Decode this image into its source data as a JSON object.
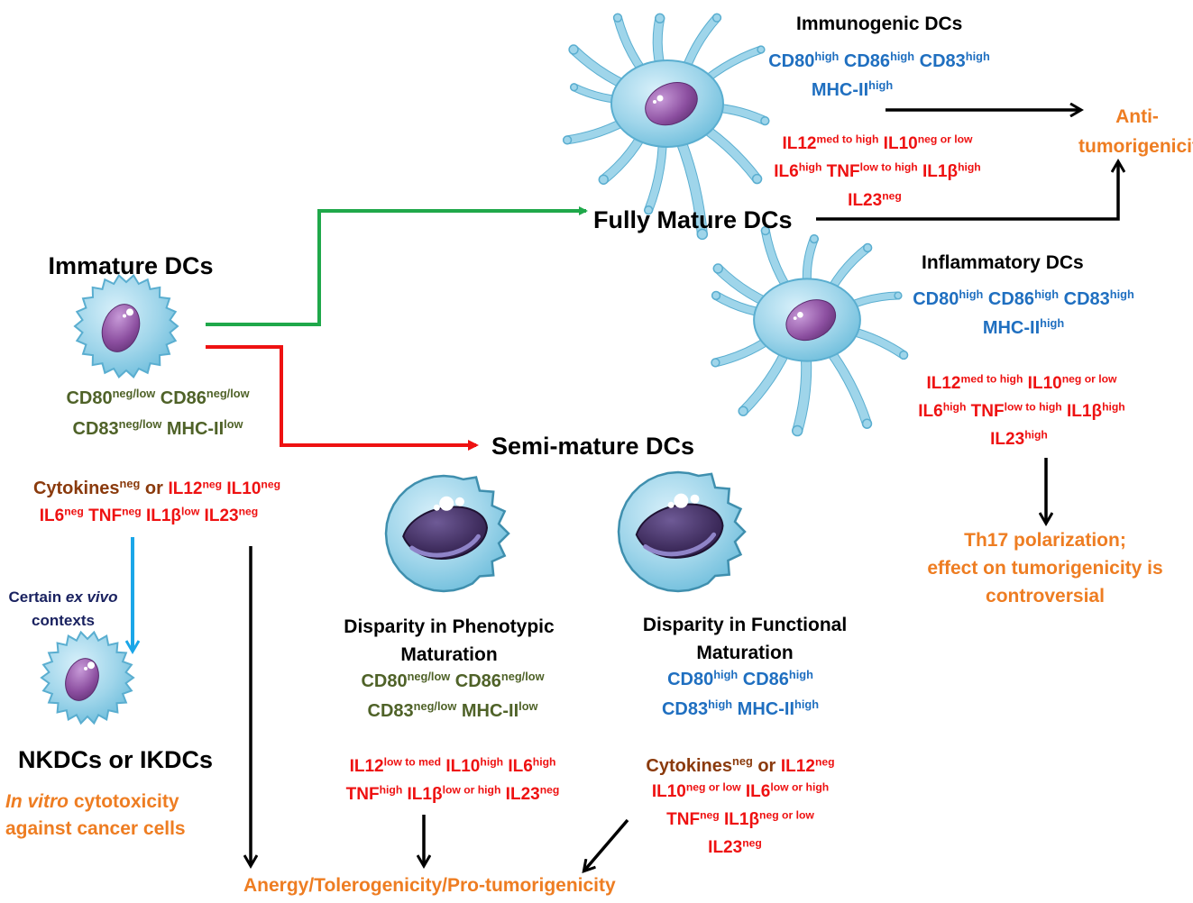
{
  "immature": {
    "title": "Immature DCs",
    "markers": [
      [
        {
          "b": "CD80",
          "s": "neg/low"
        },
        {
          "b": " CD86",
          "s": "neg/low"
        }
      ],
      [
        {
          "b": "CD83",
          "s": "neg/low"
        },
        {
          "b": " MHC-II",
          "s": "low"
        }
      ]
    ],
    "cytokines": [
      [
        {
          "b": "Cytokines",
          "s": "neg",
          "cls": "brown"
        },
        {
          "b": " or ",
          "cls": "brown"
        },
        {
          "b": "IL12",
          "s": "neg"
        },
        {
          "b": " IL10",
          "s": "neg"
        }
      ],
      [
        {
          "b": "IL6",
          "s": "neg"
        },
        {
          "b": " TNF",
          "s": "neg"
        },
        {
          "b": " IL1β",
          "s": "low"
        },
        {
          "b": " IL23",
          "s": "neg"
        }
      ]
    ],
    "context_lines": [
      "Certain ",
      "ex vivo",
      "contexts"
    ]
  },
  "nk": {
    "title": "NKDCs or IKDCs",
    "desc_italic": "In vitro",
    "desc_rest": " cytotoxicity",
    "desc_line2": "against cancer cells"
  },
  "fully_mature": {
    "title": "Fully Mature DCs"
  },
  "immunogenic": {
    "title": "Immunogenic DCs",
    "markers": [
      [
        {
          "b": "CD80",
          "s": "high"
        },
        {
          "b": " CD86",
          "s": "high"
        },
        {
          "b": " CD83",
          "s": "high"
        }
      ],
      [
        {
          "b": "MHC-II",
          "s": "high"
        }
      ]
    ],
    "cytokines": [
      [
        {
          "b": "IL12",
          "s": "med to high"
        },
        {
          "b": " IL10",
          "s": "neg or low"
        }
      ],
      [
        {
          "b": "IL6",
          "s": "high"
        },
        {
          "b": " TNF",
          "s": "low to high"
        },
        {
          "b": " IL1β",
          "s": "high"
        }
      ],
      [
        {
          "b": "IL23",
          "s": "neg"
        }
      ]
    ]
  },
  "anti": {
    "line1": "Anti-",
    "line2": "tumorigenicity"
  },
  "inflammatory": {
    "title": "Inflammatory DCs",
    "markers": [
      [
        {
          "b": "CD80",
          "s": "high"
        },
        {
          "b": " CD86",
          "s": "high"
        },
        {
          "b": " CD83",
          "s": "high"
        }
      ],
      [
        {
          "b": "MHC-II",
          "s": "high"
        }
      ]
    ],
    "cytokines": [
      [
        {
          "b": "IL12",
          "s": "med to high"
        },
        {
          "b": " IL10",
          "s": "neg or low"
        }
      ],
      [
        {
          "b": "IL6",
          "s": "high"
        },
        {
          "b": " TNF",
          "s": "low to high"
        },
        {
          "b": " IL1β",
          "s": "high"
        }
      ],
      [
        {
          "b": "IL23",
          "s": "high"
        }
      ]
    ]
  },
  "th17": {
    "line1": "Th17 polarization;",
    "line2": "effect on tumorigenicity is",
    "line3": "controversial"
  },
  "semi": {
    "title": "Semi-mature DCs"
  },
  "phenotypic": {
    "title1": "Disparity in Phenotypic",
    "title2": "Maturation",
    "markers": [
      [
        {
          "b": "CD80",
          "s": "neg/low"
        },
        {
          "b": " CD86",
          "s": "neg/low"
        }
      ],
      [
        {
          "b": "CD83",
          "s": "neg/low"
        },
        {
          "b": " MHC-II",
          "s": "low"
        }
      ]
    ],
    "cytokines": [
      [
        {
          "b": "IL12",
          "s": "low to med"
        },
        {
          "b": " IL10",
          "s": "high"
        },
        {
          "b": " IL6",
          "s": "high"
        }
      ],
      [
        {
          "b": "TNF",
          "s": "high"
        },
        {
          "b": " IL1β",
          "s": "low or high"
        },
        {
          "b": " IL23",
          "s": "neg"
        }
      ]
    ]
  },
  "functional": {
    "title1": "Disparity in Functional",
    "title2": "Maturation",
    "markers": [
      [
        {
          "b": "CD80",
          "s": "high"
        },
        {
          "b": " CD86",
          "s": "high"
        }
      ],
      [
        {
          "b": "CD83",
          "s": "high"
        },
        {
          "b": " MHC-II",
          "s": "high"
        }
      ]
    ],
    "cytokines": [
      [
        {
          "b": "Cytokines",
          "s": "neg",
          "cls": "brown"
        },
        {
          "b": " or ",
          "cls": "brown"
        },
        {
          "b": "IL12",
          "s": "neg"
        }
      ],
      [
        {
          "b": "IL10",
          "s": "neg or low"
        },
        {
          "b": " IL6",
          "s": "low or high"
        }
      ],
      [
        {
          "b": "TNF",
          "s": "neg"
        },
        {
          "b": " IL1β",
          "s": "neg or low"
        }
      ],
      [
        {
          "b": "IL23",
          "s": "neg"
        }
      ]
    ]
  },
  "anergy": {
    "label": "Anergy/Tolerogenicity/Pro-tumorigenicity"
  },
  "colors": {
    "green_arrow": "#1fa84a",
    "red_arrow": "#ee1111",
    "blue_arrow": "#1aa6e8",
    "black_arrow": "#000000",
    "cell_body": "#9fd5ea",
    "cell_outline": "#5aaed0",
    "nucleus": "#8c4fa0",
    "semi_nucleus": "#3c2a5a"
  },
  "icons": [
    "dendritic-cell",
    "round-cell",
    "semi-mature-cell"
  ]
}
